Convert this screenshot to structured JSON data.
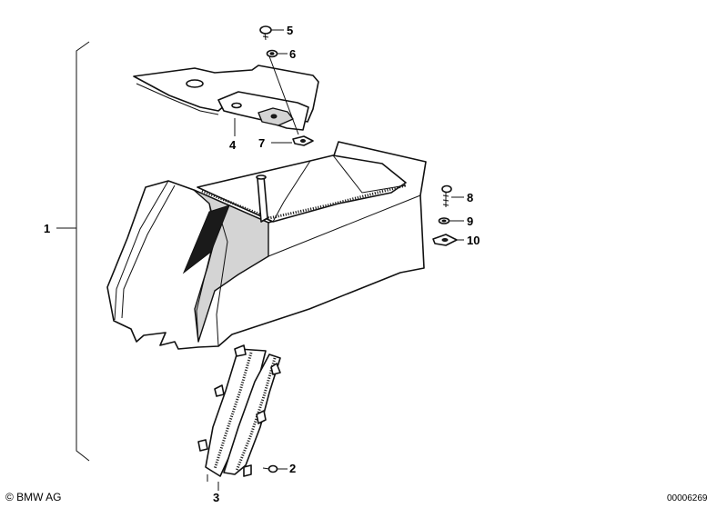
{
  "callouts": [
    {
      "id": "1",
      "label": "1"
    },
    {
      "id": "2",
      "label": "2"
    },
    {
      "id": "3",
      "label": "3"
    },
    {
      "id": "4",
      "label": "4"
    },
    {
      "id": "5",
      "label": "5"
    },
    {
      "id": "6",
      "label": "6"
    },
    {
      "id": "7",
      "label": "7"
    },
    {
      "id": "8",
      "label": "8"
    },
    {
      "id": "9",
      "label": "9"
    },
    {
      "id": "10",
      "label": "10"
    }
  ],
  "footer": {
    "copyright": "© BMW AG",
    "document_number": "00006269"
  }
}
